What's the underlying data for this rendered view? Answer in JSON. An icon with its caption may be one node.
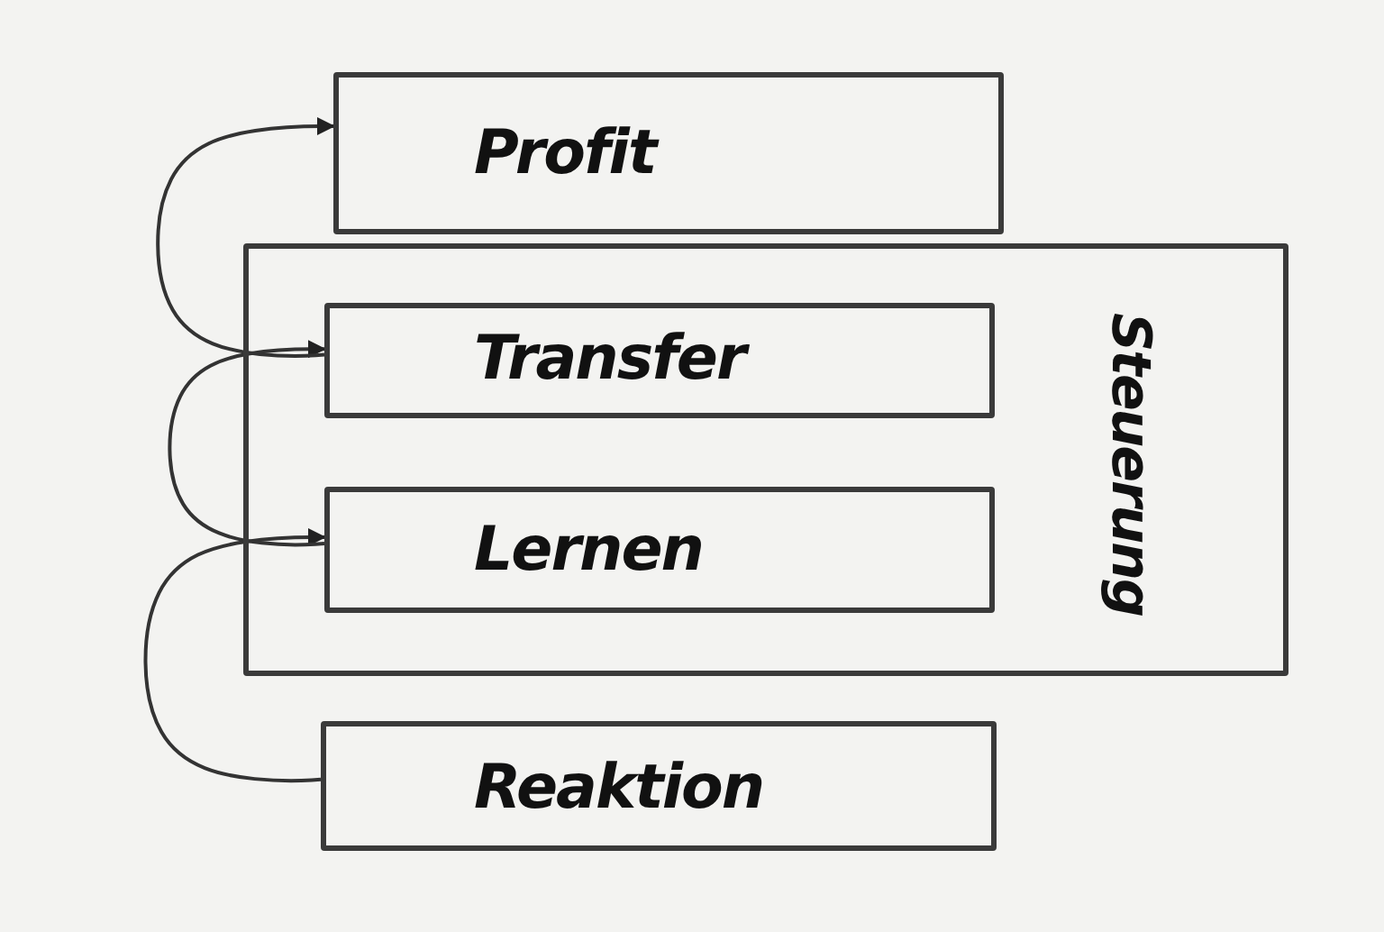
{
  "diagram": {
    "nodes": [
      {
        "text": [
          "Profit"
        ]
      },
      {
        "text": [
          "Steuerung"
        ]
      },
      {
        "text": [
          "Transfer"
        ],
        "in": 1
      },
      {
        "text": [
          "Lernen"
        ],
        "in": 1
      },
      {
        "text": [
          "Reaktion"
        ]
      }
    ],
    "edges": [
      {
        "from": 4,
        "to": 3,
        "arrow": "to"
      },
      {
        "from": 3,
        "to": 2,
        "arrow": "to"
      },
      {
        "from": 2,
        "to": 0,
        "arrow": "to"
      }
    ]
  }
}
